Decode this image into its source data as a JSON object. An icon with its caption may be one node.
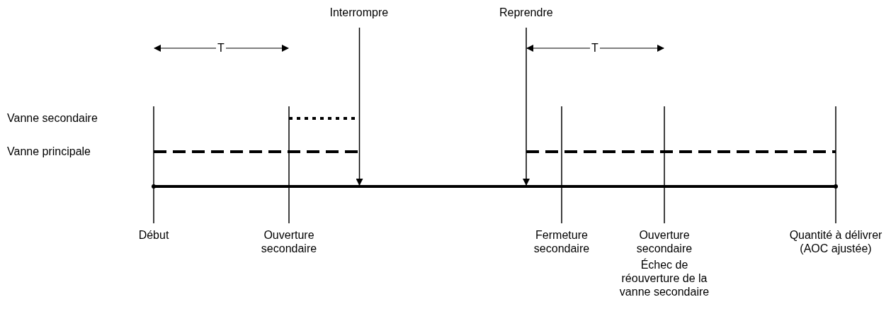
{
  "diagram": {
    "nodes": [
      {
        "text": [
          "Interrompre"
        ]
      },
      {
        "text": [
          "Reprendre"
        ]
      }
    ],
    "edges": [
      {
        "from": 0,
        "to": null,
        "arrow": "to"
      },
      {
        "from": 1,
        "to": null,
        "arrow": "to"
      }
    ],
    "labels": [
      "T",
      "T",
      "Vanne secondaire",
      "Vanne principale",
      "Début",
      "Ouverture secondaire",
      "Fermeture secondaire",
      "Ouverture secondaire",
      "Échec de réouverture de la vanne secondaire",
      "Quantité à délivrer (AOC ajustée)"
    ]
  }
}
